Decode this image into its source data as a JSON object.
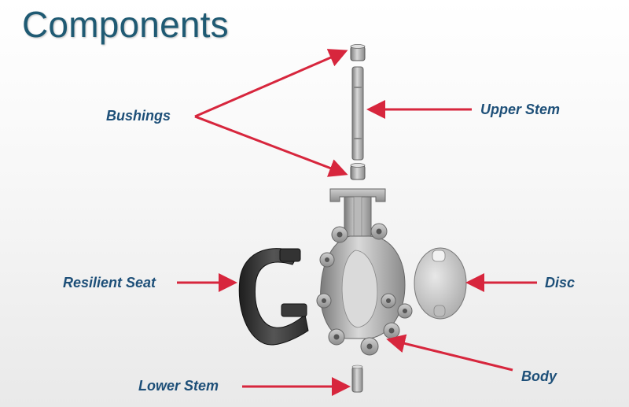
{
  "title": "Components",
  "labels": {
    "bushings": "Bushings",
    "upper_stem": "Upper Stem",
    "resilient_seat": "Resilient Seat",
    "disc": "Disc",
    "body": "Body",
    "lower_stem": "Lower Stem"
  },
  "colors": {
    "title": "#1f5a73",
    "label": "#1d4f78",
    "arrow": "#d7263d",
    "background": "#f4f4f4"
  }
}
